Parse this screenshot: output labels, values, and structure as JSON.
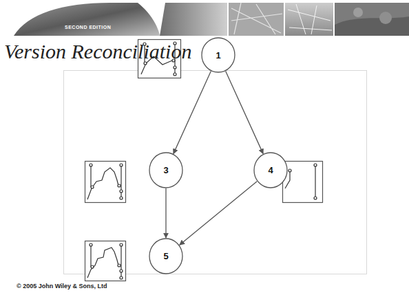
{
  "diagram": {
    "title": "Version Reconciliation",
    "nodes": [
      {
        "text": [
          "1"
        ]
      },
      {
        "text": [
          "3"
        ]
      },
      {
        "text": [
          "4"
        ]
      },
      {
        "text": [
          "5"
        ]
      }
    ],
    "edges": [
      {
        "from": 0,
        "to": 1,
        "arrow": "to"
      },
      {
        "from": 0,
        "to": 2,
        "arrow": "to"
      },
      {
        "from": 1,
        "to": 3,
        "arrow": "to"
      },
      {
        "from": 2,
        "to": 3,
        "arrow": "to"
      }
    ],
    "labels": [
      "SECOND EDITION",
      "© 2005 John Wiley & Sons, Ltd"
    ]
  }
}
